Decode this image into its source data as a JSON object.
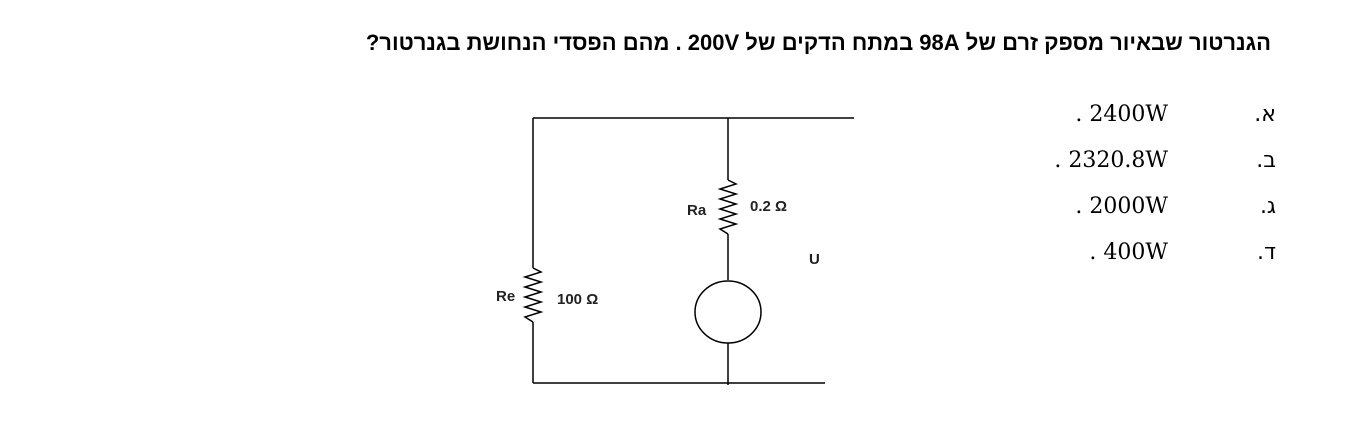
{
  "question": {
    "text": "הגנרטור שבאיור מספק זרם של 98A במתח הדקים של 200V . מהם הפסדי הנחושת בגנרטור?"
  },
  "answers": [
    {
      "letter": "א.",
      "value": ". 2400W"
    },
    {
      "letter": "ב.",
      "value": ". 2320.8W"
    },
    {
      "letter": "ג.",
      "value": ". 2000W"
    },
    {
      "letter": "ד.",
      "value": ". 400W"
    }
  ],
  "circuit": {
    "ra_label": "Ra",
    "ra_value": "0.2 Ω",
    "re_label": "Re",
    "re_value": "100 Ω",
    "u_label": "U"
  }
}
